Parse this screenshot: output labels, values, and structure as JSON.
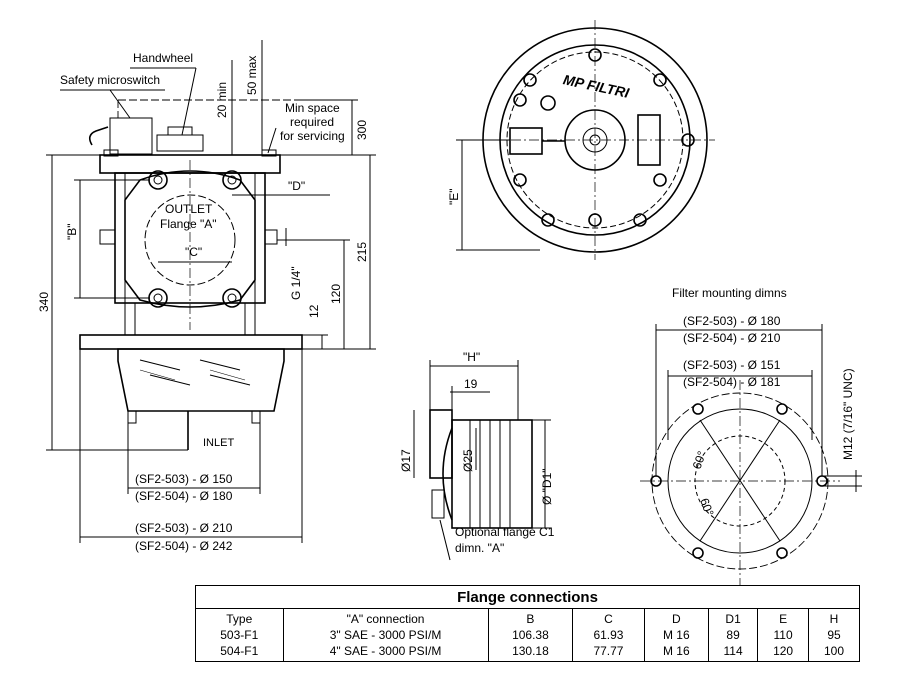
{
  "side_view": {
    "handwheel": "Handwheel",
    "safety_microswitch": "Safety microswitch",
    "min_20": "20 min",
    "max_50": "50 max",
    "min_space_1": "Min space",
    "min_space_2": "required",
    "min_space_3": "for servicing",
    "dim_300": "300",
    "dim_D": "\"D\"",
    "outlet_1": "OUTLET",
    "outlet_2": "Flange \"A\"",
    "dim_B": "\"B\"",
    "dim_C": "\"C\"",
    "dim_340": "340",
    "g14": "G 1/4\"",
    "dim_215": "215",
    "dim_120": "120",
    "dim_12": "12",
    "inlet": "INLET",
    "dia150": "(SF2-503) - Ø 150",
    "dia180": "(SF2-504) - Ø 180",
    "dia210": "(SF2-503) - Ø 210",
    "dia242": "(SF2-504) - Ø 242"
  },
  "top_view": {
    "dim_E": "\"E\"",
    "logo": "MP FILTRI"
  },
  "flange_detail": {
    "dim_H": "\"H\"",
    "dim_19": "19",
    "dia17": "Ø17",
    "dia25": "Ø25",
    "diaD1": "Ø \"D1\"",
    "optional_1": "Optional flange C1",
    "optional_2": "dimn. \"A\""
  },
  "mounting": {
    "title": "Filter mounting dimns",
    "d180": "(SF2-503) - Ø 180",
    "d210": "(SF2-504) - Ø 210",
    "d151": "(SF2-503) - Ø 151",
    "d181": "(SF2-504) - Ø 181",
    "m12": "M12 (7/16\" UNC)",
    "angle1": "60°",
    "angle2": "60°"
  },
  "table": {
    "title": "Flange connections",
    "headers": [
      "Type",
      "\"A\"  connection",
      "B",
      "C",
      "D",
      "D1",
      "E",
      "H"
    ],
    "rows": [
      [
        "503-F1",
        "3\" SAE - 3000 PSI/M",
        "106.38",
        "61.93",
        "M 16",
        "89",
        "110",
        "95"
      ],
      [
        "504-F1",
        "4\" SAE - 3000 PSI/M",
        "130.18",
        "77.77",
        "M 16",
        "114",
        "120",
        "100"
      ]
    ]
  }
}
